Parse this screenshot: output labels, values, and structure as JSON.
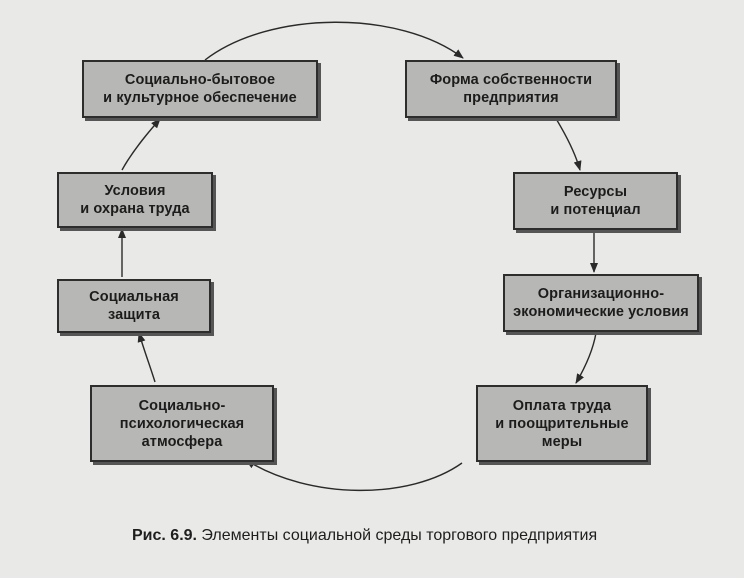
{
  "diagram": {
    "nodes": [
      {
        "id": "social-cultural",
        "label": "Социально-бытовое\nи культурное обеспечение"
      },
      {
        "id": "ownership",
        "label": "Форма собственности\nпредприятия"
      },
      {
        "id": "resources",
        "label": "Ресурсы\nи потенциал"
      },
      {
        "id": "org-economic",
        "label": "Организационно-\nэкономические условия"
      },
      {
        "id": "pay",
        "label": "Оплата труда\nи поощрительные\nмеры"
      },
      {
        "id": "psych",
        "label": "Социально-\nпсихологическая\nатмосфера"
      },
      {
        "id": "protection",
        "label": "Социальная\nзащита"
      },
      {
        "id": "labor",
        "label": "Условия\nи охрана труда"
      }
    ],
    "edges": [
      {
        "from": "social-cultural",
        "to": "ownership"
      },
      {
        "from": "ownership",
        "to": "resources"
      },
      {
        "from": "resources",
        "to": "org-economic"
      },
      {
        "from": "org-economic",
        "to": "pay"
      },
      {
        "from": "pay",
        "to": "psych"
      },
      {
        "from": "psych",
        "to": "protection"
      },
      {
        "from": "protection",
        "to": "labor"
      },
      {
        "from": "labor",
        "to": "social-cultural"
      }
    ]
  },
  "caption": {
    "figure": "Рис. 6.9.",
    "text": " Элементы социальной среды торгового предприятия"
  }
}
